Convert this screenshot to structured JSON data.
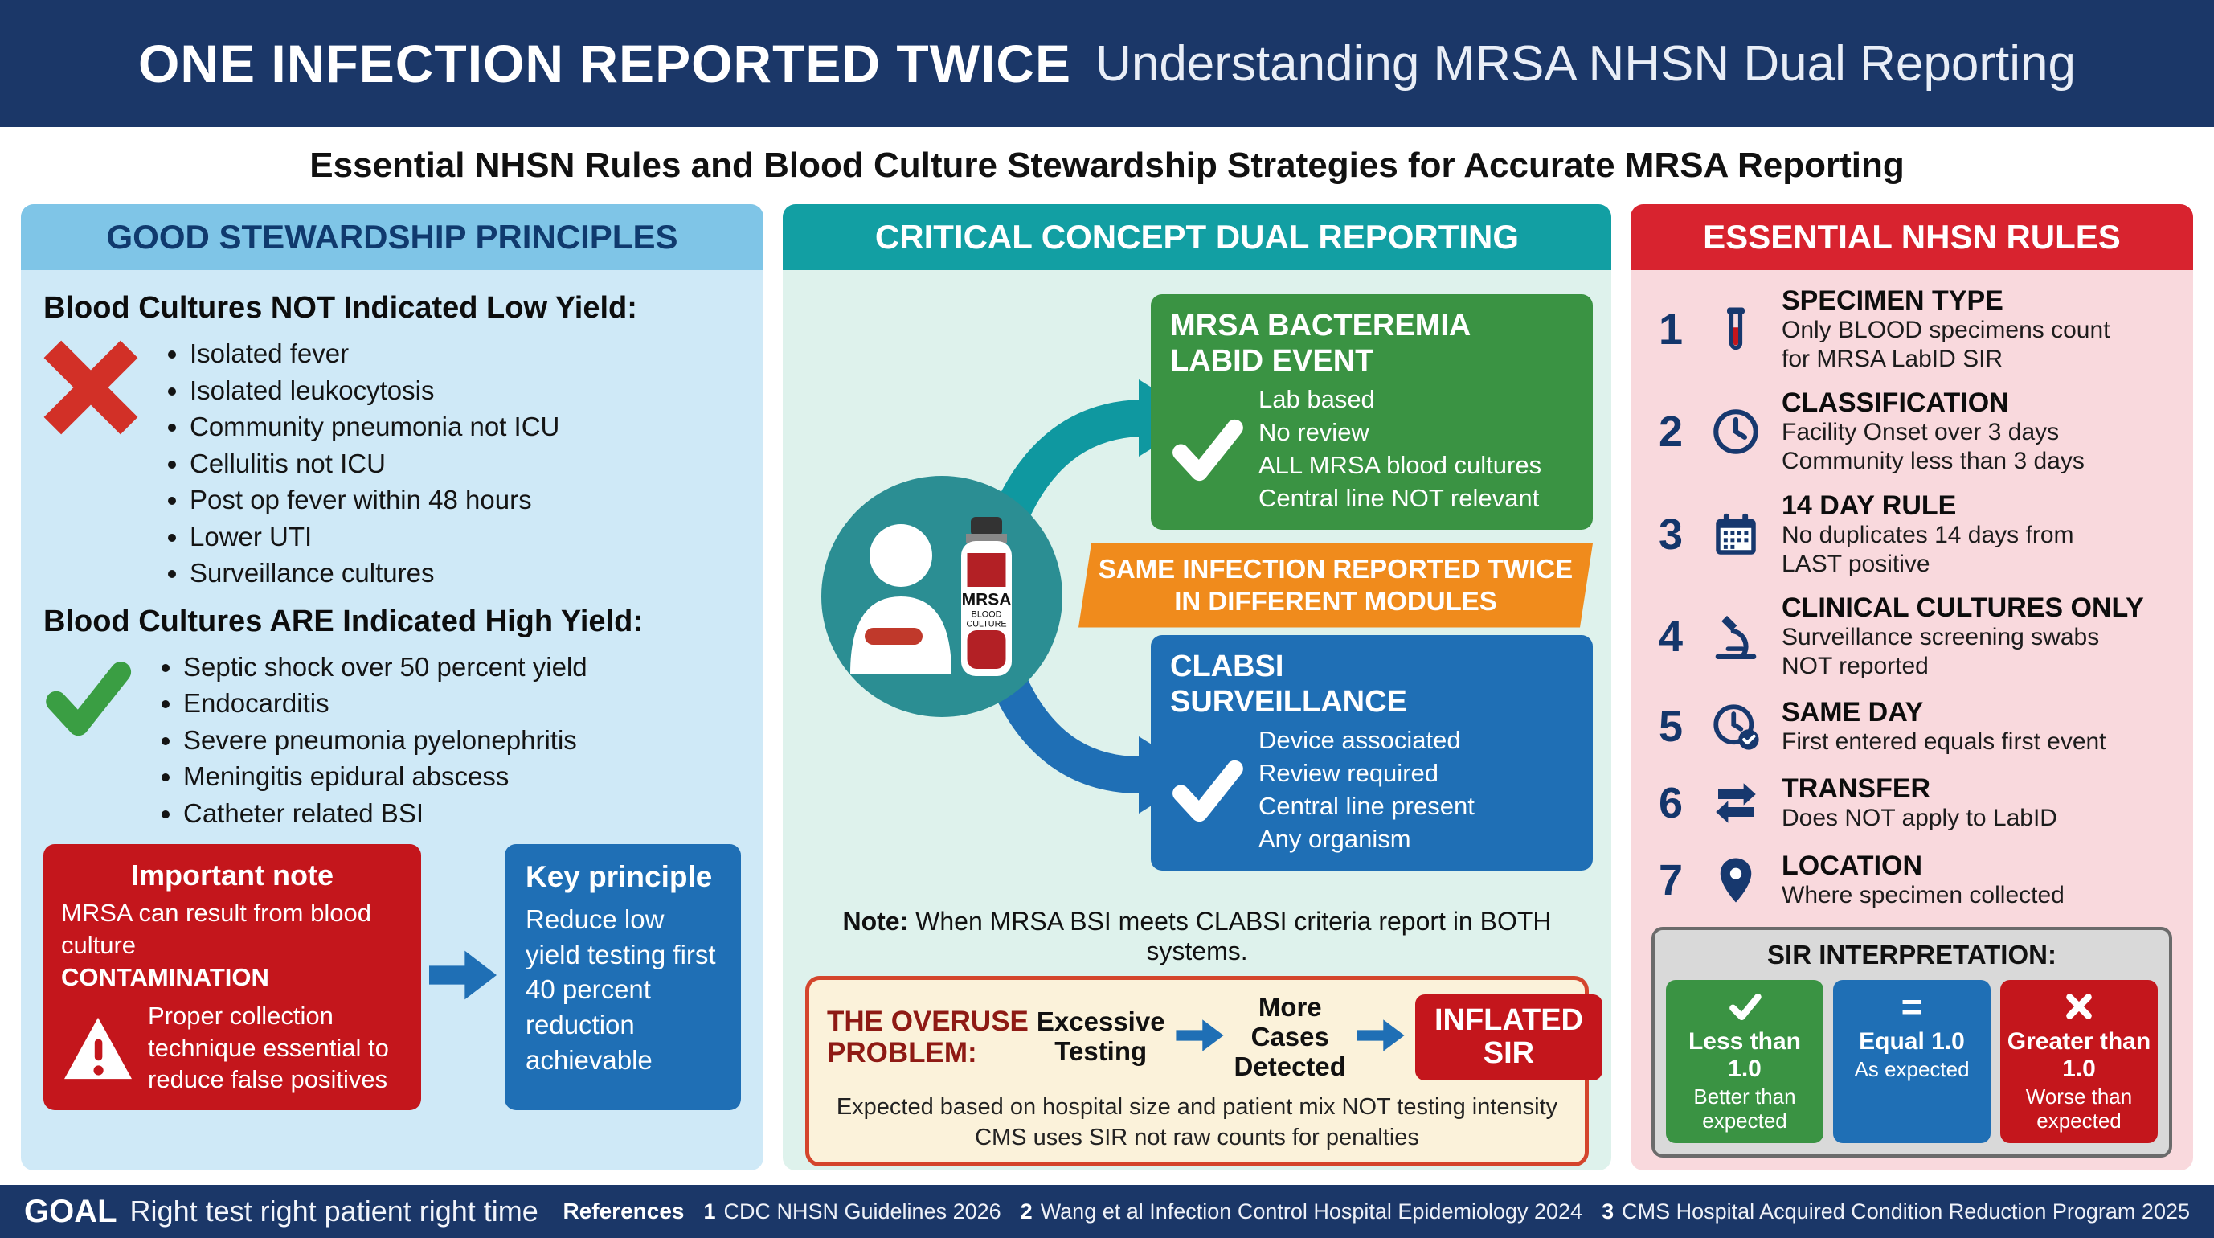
{
  "colors": {
    "navy": "#1b3768",
    "header_blue": "#7fc5e7",
    "panel_blue": "#cfe9f7",
    "teal": "#129fa3",
    "panel_mint": "#def2ec",
    "crimson": "#d8232f",
    "panel_pink": "#f9d9dd",
    "green": "#3a9343",
    "blue": "#1f6fb5",
    "orange": "#f08b1c",
    "red": "#c4161c",
    "cream": "#fbf2da"
  },
  "header": {
    "title_bold": "ONE INFECTION REPORTED TWICE",
    "title_rest": "Understanding MRSA NHSN Dual Reporting"
  },
  "subtitle": "Essential NHSN Rules and Blood Culture Stewardship Strategies for Accurate MRSA Reporting",
  "stewardship": {
    "title": "GOOD STEWARDSHIP PRINCIPLES",
    "not_indicated": {
      "heading": "Blood Cultures NOT Indicated Low Yield:",
      "items": [
        "Isolated fever",
        "Isolated leukocytosis",
        "Community pneumonia not ICU",
        "Cellulitis not ICU",
        "Post op fever within 48 hours",
        "Lower UTI",
        "Surveillance cultures"
      ]
    },
    "indicated": {
      "heading": "Blood Cultures ARE Indicated High Yield:",
      "items": [
        "Septic shock over 50 percent yield",
        "Endocarditis",
        "Severe pneumonia pyelonephritis",
        "Meningitis epidural abscess",
        "Catheter related BSI"
      ]
    },
    "important_note": {
      "title": "Important note",
      "line1": "MRSA can result from blood culture",
      "emphasis": "CONTAMINATION",
      "line2": "Proper collection technique essential to reduce false positives"
    },
    "key_principle": {
      "title": "Key principle",
      "text": "Reduce low yield testing first 40 percent reduction achievable"
    }
  },
  "dual": {
    "title": "CRITICAL CONCEPT DUAL REPORTING",
    "labid": {
      "title_line1": "MRSA BACTEREMIA",
      "title_line2": "LABID EVENT",
      "items": [
        "Lab based",
        "No review",
        "ALL MRSA blood cultures",
        "Central line NOT relevant"
      ]
    },
    "banner_line1": "SAME INFECTION REPORTED TWICE",
    "banner_line2": "IN DIFFERENT MODULES",
    "clabsi": {
      "title_line1": "CLABSI",
      "title_line2": "SURVEILLANCE",
      "items": [
        "Device associated",
        "Review required",
        "Central line present",
        "Any organism"
      ]
    },
    "bottle": {
      "label": "MRSA",
      "sublabel1": "BLOOD",
      "sublabel2": "CULTURE"
    },
    "note_label": "Note:",
    "note_text": "When MRSA BSI meets CLABSI criteria report in BOTH systems.",
    "overuse": {
      "label_line1": "THE OVERUSE",
      "label_line2": "PROBLEM:",
      "step1_line1": "Excessive",
      "step1_line2": "Testing",
      "step2_line1": "More Cases",
      "step2_line2": "Detected",
      "result_line1": "INFLATED",
      "result_line2": "SIR",
      "footnote1": "Expected based on hospital size and patient mix NOT testing intensity",
      "footnote2": "CMS uses SIR not raw counts for penalties"
    }
  },
  "rules": {
    "title": "ESSENTIAL NHSN RULES",
    "items": [
      {
        "num": "1",
        "icon": "test-tube-icon",
        "title": "SPECIMEN TYPE",
        "line1": "Only BLOOD specimens count",
        "line2": "for MRSA LabID SIR"
      },
      {
        "num": "2",
        "icon": "clock-icon",
        "title": "CLASSIFICATION",
        "line1": "Facility Onset over 3 days",
        "line2": "Community less than 3 days"
      },
      {
        "num": "3",
        "icon": "calendar-icon",
        "title": "14 DAY RULE",
        "line1": "No duplicates 14 days from",
        "line2": "LAST positive"
      },
      {
        "num": "4",
        "icon": "microscope-icon",
        "title": "CLINICAL CULTURES ONLY",
        "line1": "Surveillance screening swabs",
        "line2": "NOT reported"
      },
      {
        "num": "5",
        "icon": "clock-check-icon",
        "title": "SAME DAY",
        "line1": "First entered equals first event",
        "line2": ""
      },
      {
        "num": "6",
        "icon": "transfer-arrows-icon",
        "title": "TRANSFER",
        "line1": "Does NOT apply to LabID",
        "line2": ""
      },
      {
        "num": "7",
        "icon": "location-pin-icon",
        "title": "LOCATION",
        "line1": "Where specimen collected",
        "line2": ""
      }
    ],
    "sir": {
      "title": "SIR INTERPRETATION:",
      "items": [
        {
          "value": "Less than 1.0",
          "label_line1": "Better than",
          "label_line2": "expected",
          "icon_glyph": ""
        },
        {
          "value": "Equal 1.0",
          "label_line1": "As expected",
          "label_line2": "",
          "icon_glyph": "="
        },
        {
          "value": "Greater than 1.0",
          "label_line1": "Worse than",
          "label_line2": "expected",
          "icon_glyph": ""
        }
      ]
    }
  },
  "footer": {
    "goal_label": "GOAL",
    "goal_text": "Right test right patient right time",
    "references_label": "References",
    "refs": [
      {
        "num": "1",
        "text": "CDC NHSN Guidelines 2026"
      },
      {
        "num": "2",
        "text": "Wang et al Infection Control Hospital Epidemiology 2024"
      },
      {
        "num": "3",
        "text": "CMS Hospital Acquired Condition Reduction Program 2025"
      }
    ]
  }
}
